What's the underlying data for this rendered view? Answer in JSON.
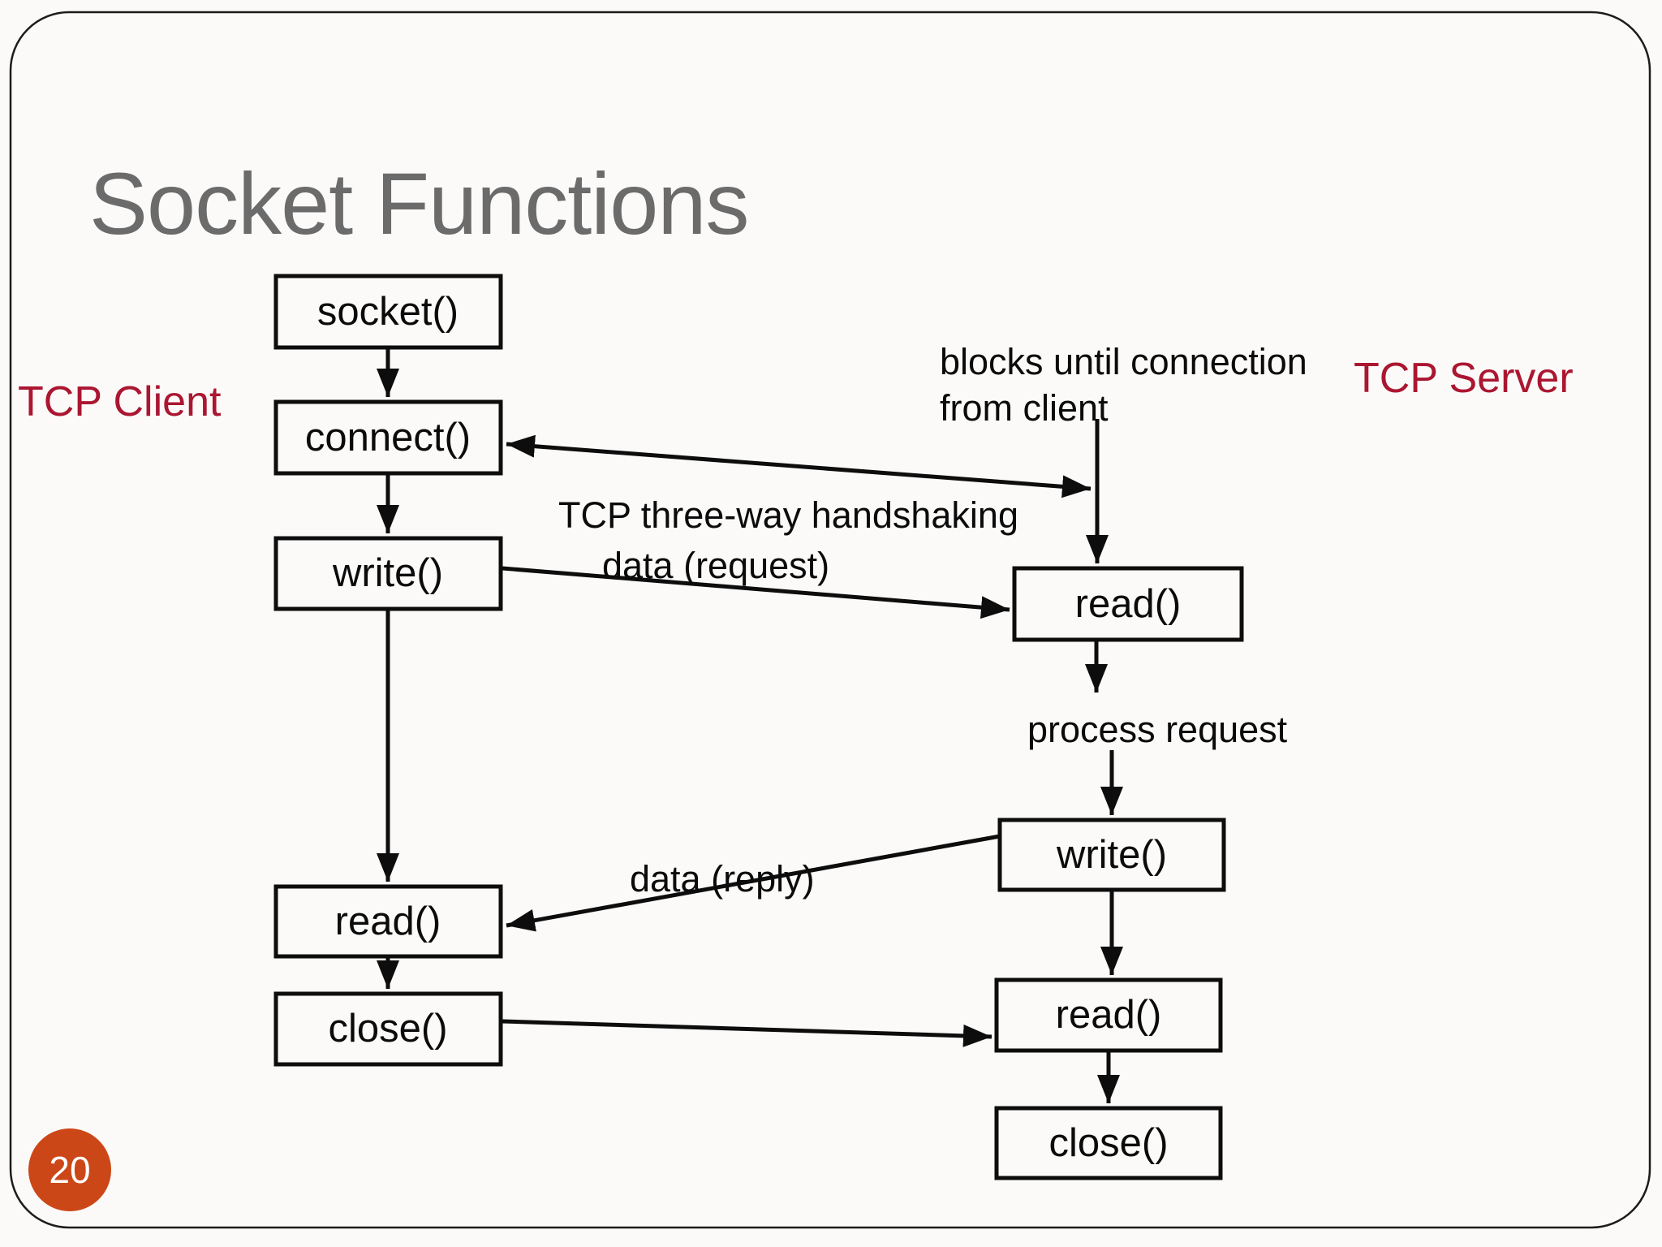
{
  "slide": {
    "title": "Socket Functions",
    "page_number": "20"
  },
  "labels": {
    "client": "TCP Client",
    "server": "TCP Server"
  },
  "client_flow": {
    "socket": "socket()",
    "connect": "connect()",
    "write": "write()",
    "read": "read()",
    "close": "close()"
  },
  "server_flow": {
    "read_top": "read()",
    "write": "write()",
    "read_bottom": "read()",
    "close": "close()"
  },
  "annotations": {
    "blocks_line1": "blocks until connection",
    "blocks_line2": "from client",
    "handshake": "TCP three-way handshaking",
    "data_request": "data (request)",
    "process_request": "process request",
    "data_reply": "data (reply)"
  },
  "colors": {
    "accent_red": "#ab1631",
    "badge_orange": "#cc4717",
    "title_gray": "#6b6b6b",
    "diagram_black": "#0d0d0d"
  }
}
